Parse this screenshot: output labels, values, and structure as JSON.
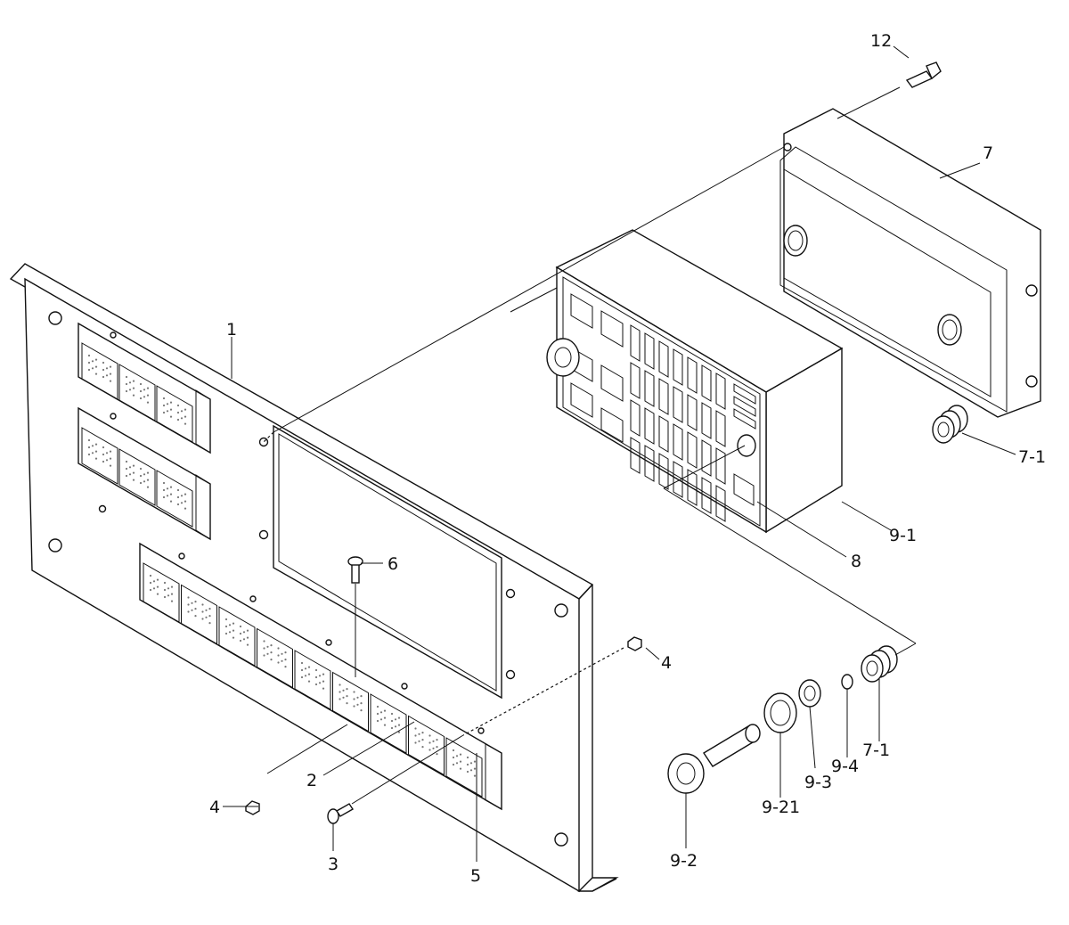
{
  "callouts": [
    {
      "id": "c1",
      "text": "1"
    },
    {
      "id": "c2",
      "text": "2"
    },
    {
      "id": "c3",
      "text": "3"
    },
    {
      "id": "c4a",
      "text": "4"
    },
    {
      "id": "c4b",
      "text": "4"
    },
    {
      "id": "c5",
      "text": "5"
    },
    {
      "id": "c6",
      "text": "6"
    },
    {
      "id": "c7",
      "text": "7"
    },
    {
      "id": "c7-1a",
      "text": "7-1"
    },
    {
      "id": "c7-1b",
      "text": "7-1"
    },
    {
      "id": "c8",
      "text": "8"
    },
    {
      "id": "c9-1",
      "text": "9-1"
    },
    {
      "id": "c9-2",
      "text": "9-2"
    },
    {
      "id": "c9-21",
      "text": "9-21"
    },
    {
      "id": "c9-3",
      "text": "9-3"
    },
    {
      "id": "c9-4",
      "text": "9-4"
    },
    {
      "id": "c12",
      "text": "12"
    }
  ]
}
